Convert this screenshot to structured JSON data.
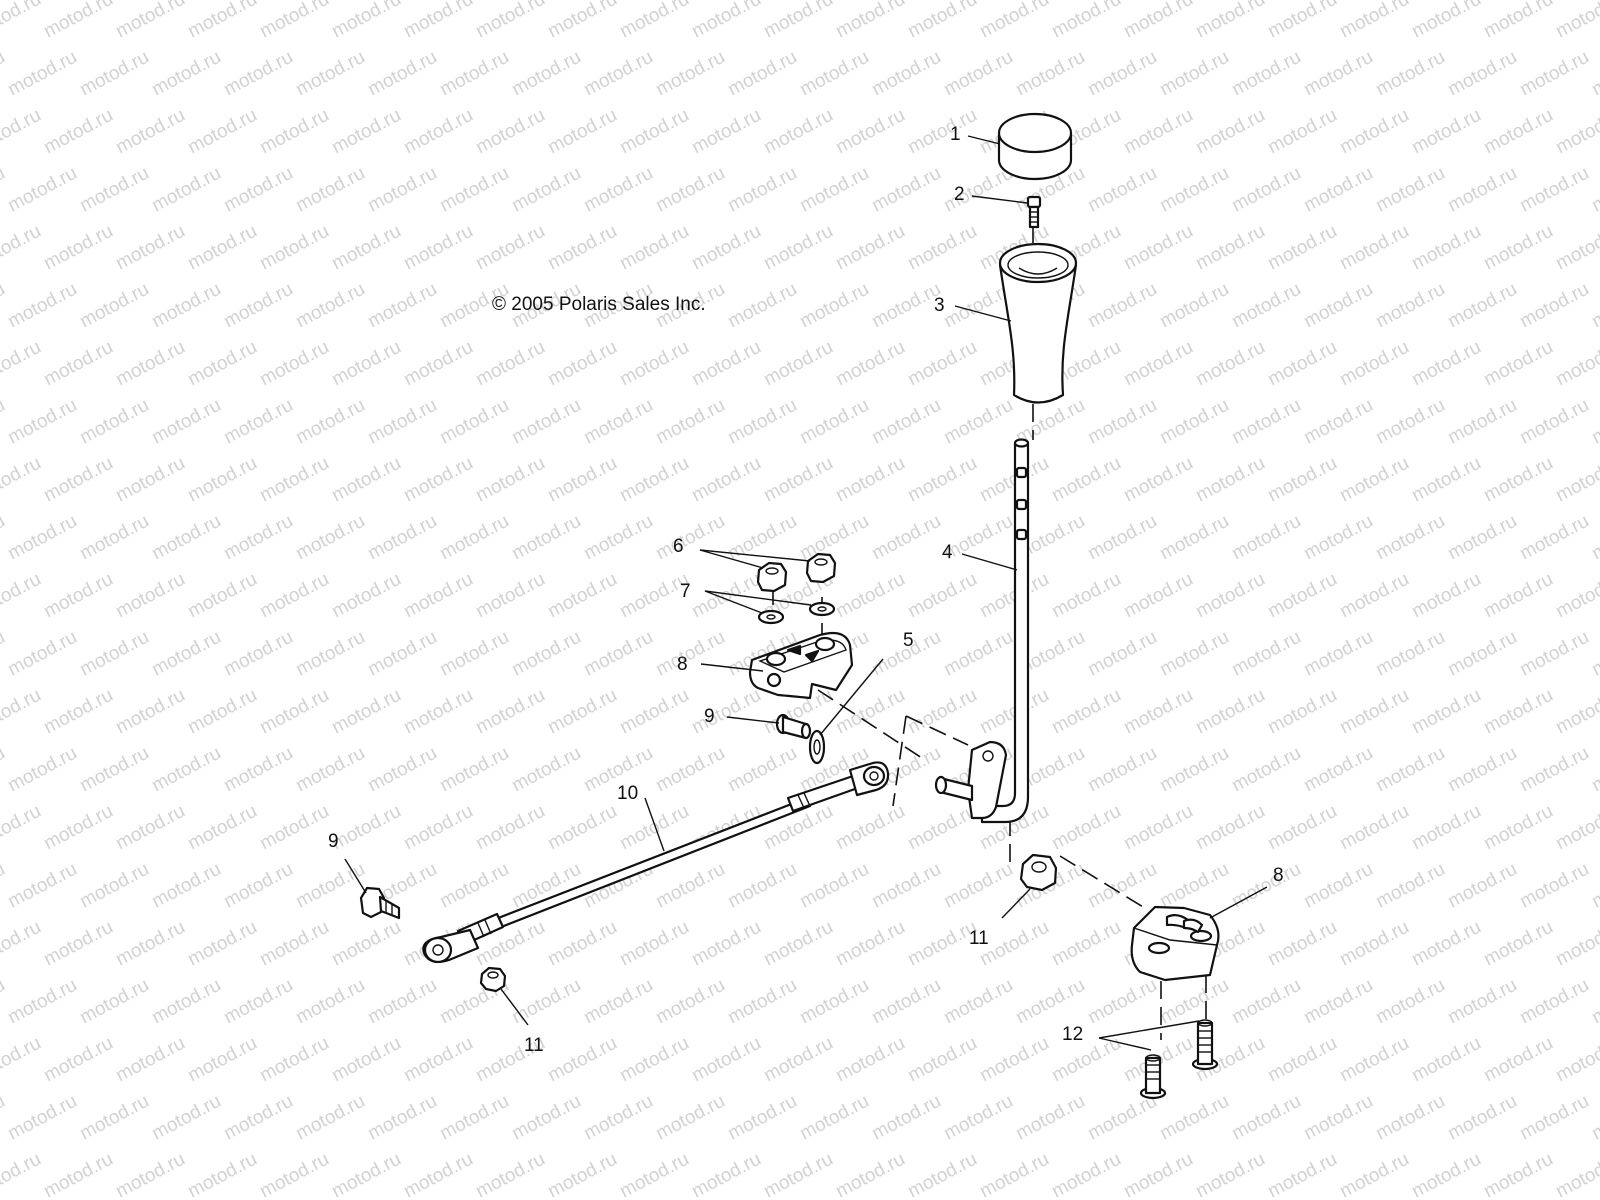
{
  "diagram": {
    "copyright": "© 2005 Polaris Sales Inc.",
    "watermark": "motod.ru",
    "callouts": {
      "c1": "1",
      "c2": "2",
      "c3": "3",
      "c4": "4",
      "c5": "5",
      "c6": "6",
      "c7": "7",
      "c8a": "8",
      "c8b": "8",
      "c9a": "9",
      "c9b": "9",
      "c10": "10",
      "c11a": "11",
      "c11b": "11",
      "c12": "12"
    }
  }
}
